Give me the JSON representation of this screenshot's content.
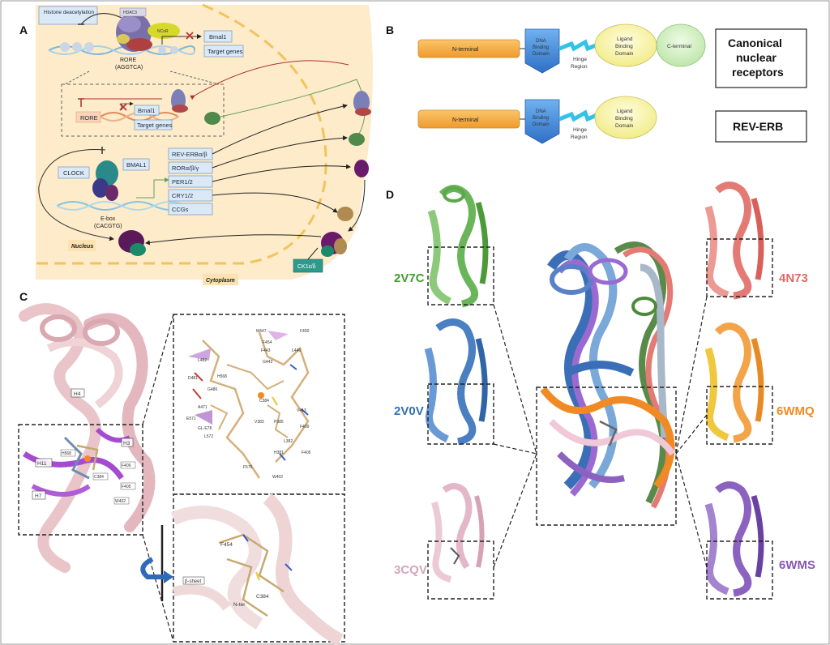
{
  "panels": {
    "a": {
      "label": "A",
      "histone": "Histone deacetylation",
      "hdac3": "HDAC3",
      "ncor": "NCoR",
      "bmal1_top": "Bmal1",
      "target_top": "Target genes",
      "rore_motif": "RORE",
      "rore_seq": "(AGGTCA)",
      "rore_inner": "RORE",
      "bmal1_inner": "Bmal1",
      "target_inner": "Target genes",
      "clock": "CLOCK",
      "bmal1": "BMAL1",
      "ebox": "E-box",
      "ebox_seq": "(CACGTG)",
      "genes": [
        "REV-ERBα/β",
        "RORα/β/γ",
        "PER1/2",
        "CRY1/2",
        "CCGs"
      ],
      "nucleus": "Nucleus",
      "cytoplasm": "Cytoplasm",
      "ck1": "CK1ε/δ"
    },
    "b": {
      "label": "B",
      "n_terminal": "N-terminal",
      "dbd_1": "DNA",
      "dbd_2": "Binding",
      "dbd_3": "Domain",
      "hinge_1": "Hinge",
      "hinge_2": "Region",
      "lbd_1": "Ligand",
      "lbd_2": "Binding",
      "lbd_3": "Domain",
      "c_terminal": "C-terminal",
      "canonical_1": "Canonical",
      "canonical_2": "nuclear",
      "canonical_3": "receptors",
      "reverb": "REV-ERB"
    },
    "c": {
      "label": "C",
      "helices": [
        "H4",
        "H3",
        "H11",
        "H7"
      ],
      "left_residues": [
        "H568",
        "F409",
        "C384",
        "F405",
        "W402"
      ],
      "zoom_residues": [
        "M447",
        "F450",
        "F454",
        "L446",
        "L482",
        "F443",
        "G443",
        "H568",
        "D481",
        "G486",
        "A471",
        "P385",
        "V413",
        "C384",
        "E571",
        "GL-E78",
        "V383",
        "F409",
        "L572",
        "L382",
        "F405",
        "H381",
        "F575",
        "W402"
      ],
      "bottom_f454": "F454",
      "bottom_sheet": "β-sheet",
      "bottom_nter": "N-ter",
      "bottom_c384": "C384"
    },
    "d": {
      "label": "D",
      "ids": {
        "green": "2V7C",
        "blue": "2V0V",
        "pink": "3CQV",
        "red": "4N73",
        "orange": "6WMQ",
        "purple": "6WMS"
      }
    }
  },
  "colors": {
    "cell": "#fdebc9",
    "nucleus_border": "#f2c35d",
    "box_fill": "#dbe9f7",
    "box_stroke": "#7f9fc1",
    "ck1_fill": "#2e9a8e",
    "green": "#3f9e2f",
    "blue": "#356fae",
    "pink": "#d4a5b9",
    "red": "#e06a62",
    "orange": "#f08a24",
    "purple": "#8856b8",
    "orange_domain": "#f7b24a",
    "dbd_blue": "#3f85d6",
    "hinge_cyan": "#35c2e8",
    "lbd_yellow": "#f7f3a0",
    "cterm_green": "#c9ecb8"
  },
  "icons": [
    "cross-icon",
    "inhibition-arrow-icon",
    "rotation-arrow-icon",
    "dna-helix-icon",
    "protein-structure-icon"
  ]
}
